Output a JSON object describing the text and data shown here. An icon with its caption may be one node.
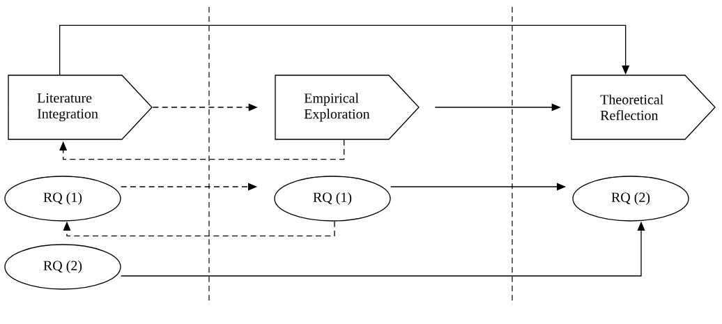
{
  "diagram": {
    "nodes": [
      {
        "text": [
          "Literature Integration"
        ]
      },
      {
        "text": [
          "Empirical Exploration"
        ]
      },
      {
        "text": [
          "Theoretical Reflection"
        ]
      },
      {
        "text": [
          "RQ (1)"
        ]
      },
      {
        "text": [
          "RQ (1)"
        ]
      },
      {
        "text": [
          "RQ (2)"
        ]
      },
      {
        "text": [
          "RQ (2)"
        ]
      }
    ],
    "edges": [
      {
        "from": 0,
        "to": 1,
        "arrow": "to",
        "style": "dashed"
      },
      {
        "from": 1,
        "to": 2,
        "arrow": "to"
      },
      {
        "from": 0,
        "to": 2,
        "arrow": "to"
      },
      {
        "from": 3,
        "to": 4,
        "arrow": "to",
        "style": "dashed"
      },
      {
        "from": 4,
        "to": 5,
        "arrow": "to"
      },
      {
        "from": 6,
        "to": 5,
        "arrow": "to"
      },
      {
        "from": 1,
        "to": 0,
        "arrow": "to",
        "style": "dashed"
      },
      {
        "from": 4,
        "to": 3,
        "arrow": "to",
        "style": "dashed"
      }
    ]
  }
}
